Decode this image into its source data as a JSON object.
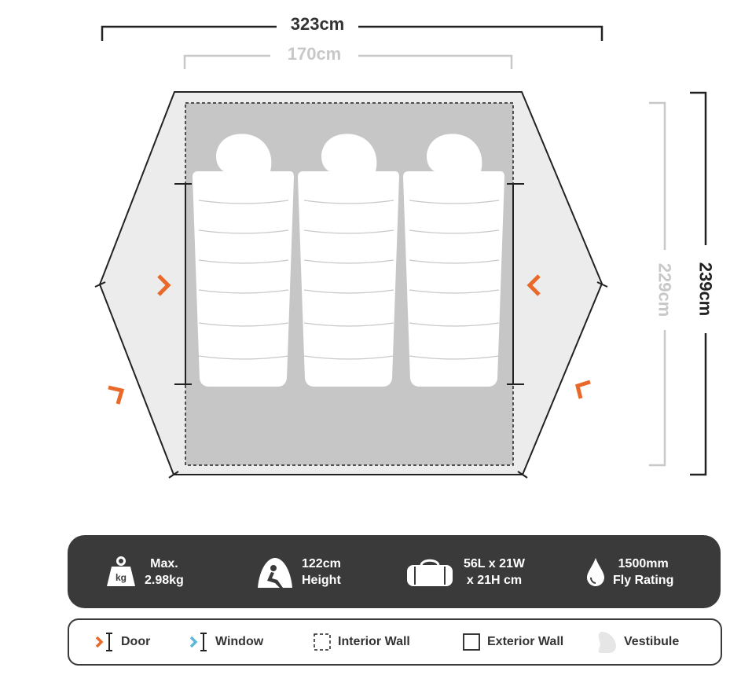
{
  "dimensions": {
    "outer_width": "323cm",
    "inner_width": "170cm",
    "inner_length": "229cm",
    "outer_length": "239cm"
  },
  "specs": [
    {
      "icon": "weight-kg-icon",
      "icon_text": "kg",
      "line1": "Max.",
      "line2": "2.98kg"
    },
    {
      "icon": "person-sitting-in-tent-icon",
      "line1": "122cm",
      "line2": "Height"
    },
    {
      "icon": "duffel-bag-icon",
      "line1": "56L x 21W",
      "line2": "x 21H cm"
    },
    {
      "icon": "water-drop-icon",
      "line1": "1500mm",
      "line2": "Fly Rating"
    }
  ],
  "legend": [
    {
      "icon": "door-marker-icon",
      "label": "Door"
    },
    {
      "icon": "window-marker-icon",
      "label": "Window"
    },
    {
      "icon": "interior-wall-icon",
      "label": "Interior Wall"
    },
    {
      "icon": "exterior-wall-icon",
      "label": "Exterior Wall"
    },
    {
      "icon": "vestibule-icon",
      "label": "Vestibule"
    }
  ],
  "colors": {
    "door": "#e8692a",
    "window": "#5fb7d8",
    "dark": "#333333",
    "inner_dimension": "#c8c8c8",
    "vestibule": "#ececec",
    "interior_floor": "#c6c6c6",
    "sleeping_bag": "#ffffff",
    "panel": "#3a3a3a"
  },
  "sleeping_bags": 3
}
